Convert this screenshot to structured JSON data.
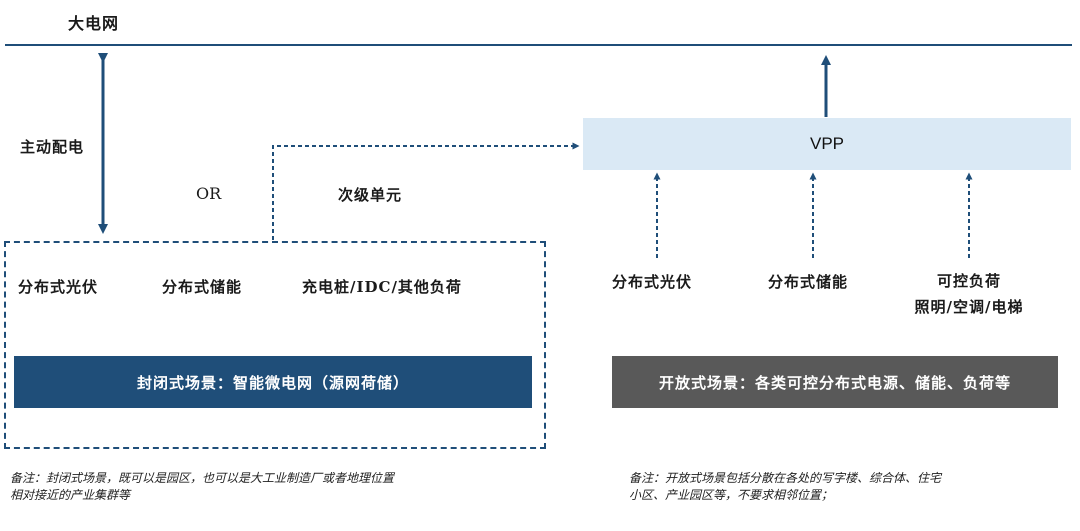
{
  "grid_label": "大电网",
  "active_distribution_label": "主动配电",
  "or_label": "OR",
  "sub_unit_label": "次级单元",
  "vpp_label": "VPP",
  "closed": {
    "items": [
      "分布式光伏",
      "分布式储能",
      "充电桩/IDC/其他负荷"
    ],
    "banner": "封闭式场景：智能微电网（源网荷储）",
    "note_line1": "备注：封闭式场景，既可以是园区，也可以是大工业制造厂或者地理位置",
    "note_line2": "相对接近的产业集群等"
  },
  "open": {
    "items": [
      "分布式光伏",
      "分布式储能",
      "可控负荷"
    ],
    "item3_sub": "照明/空调/电梯",
    "banner": "开放式场景：各类可控分布式电源、储能、负荷等",
    "note_line1": "备注：开放式场景包括分散在各处的写字楼、综合体、住宅",
    "note_line2": "小区、产业园区等，不要求相邻位置；"
  },
  "colors": {
    "navy": "#1f4e79",
    "vpp_fill": "#dae9f5",
    "open_banner": "#595959"
  }
}
